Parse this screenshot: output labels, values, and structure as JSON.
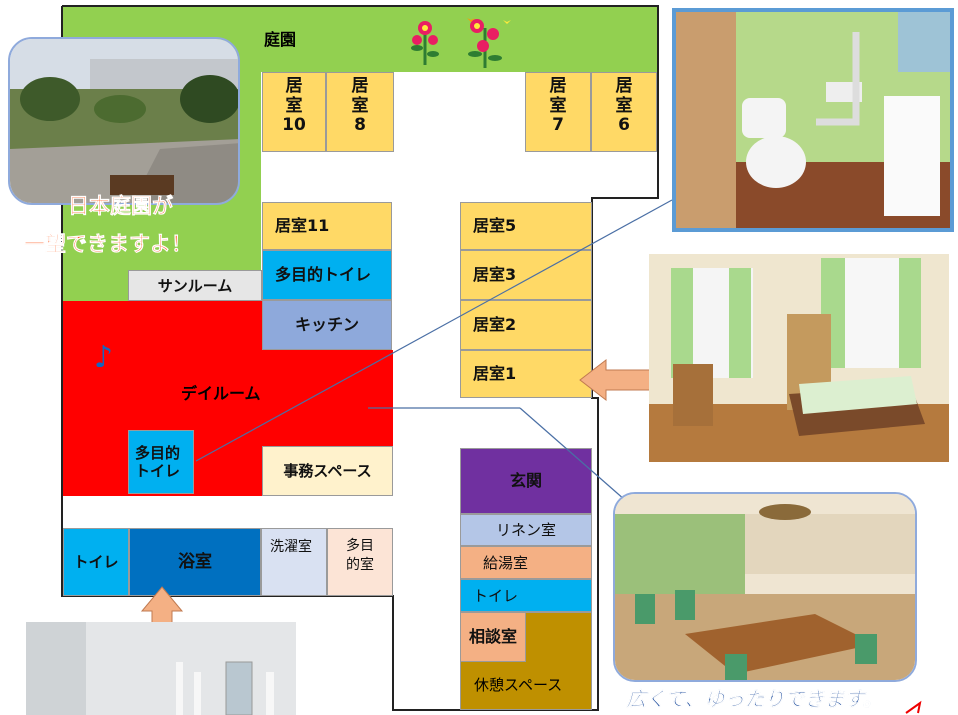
{
  "rooms": {
    "garden": "庭園",
    "r10": "居\n室\n10",
    "r8": "居\n室\n8",
    "r7": "居\n室\n7",
    "r6": "居\n室\n6",
    "r11": "居室11",
    "toilet_multi_a": "多目的トイレ",
    "kitchen": "キッチン",
    "sunroom": "サンルーム",
    "dayroom": "デイルーム",
    "toilet_multi_b": "多目的\nトイレ",
    "office": "事務スペース",
    "r5": "居室5",
    "r3": "居室3",
    "r2": "居室2",
    "r1": "居室1",
    "entrance": "玄関",
    "linen": "リネン室",
    "kyutou": "給湯室",
    "toilet_c": "トイレ",
    "consult": "相談室",
    "rest": "休憩スペース",
    "toilet_d": "トイレ",
    "bath": "浴室",
    "laundry": "洗濯室",
    "multi_room": "多目\n的室"
  },
  "captions": {
    "garden_line1": "日本庭園が",
    "garden_line2": "一望できますよ！",
    "dayroom_photo": "広くて、ゆったりできます。"
  },
  "colors": {
    "garden": "#92D050",
    "resident": "#FFD966",
    "toilet": "#00B0F0",
    "kitchen": "#8EA9DB",
    "dayroom": "#FF0000",
    "office": "#FFF2CC",
    "entrance": "#7030A0",
    "linen": "#B4C6E7",
    "kyutou": "#F4B084",
    "consult": "#BF9000",
    "bath": "#0070C0",
    "laundry": "#D9E1F2",
    "multi_room": "#FCE4D6"
  }
}
